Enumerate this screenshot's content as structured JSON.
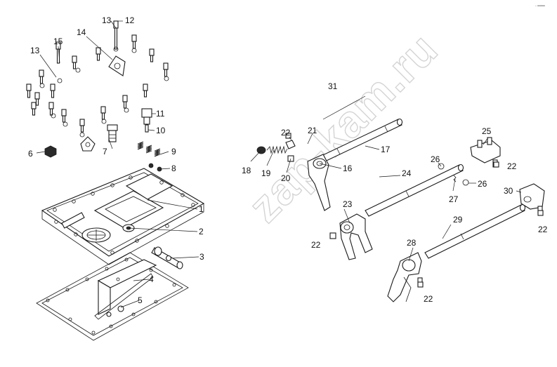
{
  "watermark": "zap-kam.ru",
  "corner_mark": "◦ ═══",
  "callouts": [
    "1",
    "2",
    "3",
    "4",
    "5",
    "6",
    "7",
    "8",
    "9",
    "10",
    "11",
    "12",
    "13",
    "13",
    "14",
    "15",
    "16",
    "17",
    "18",
    "19",
    "20",
    "21",
    "22",
    "22",
    "22",
    "22",
    "22",
    "23",
    "24",
    "25",
    "26",
    "26",
    "27",
    "28",
    "29",
    "30",
    "31"
  ]
}
